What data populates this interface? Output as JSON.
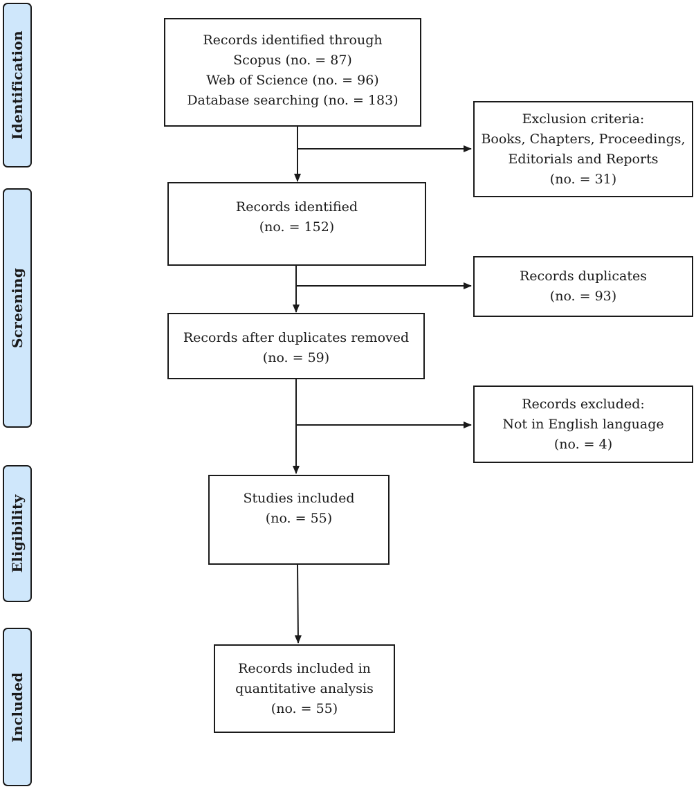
{
  "phases": {
    "identification": "Identification",
    "screening": "Screening",
    "eligibility": "Eligibility",
    "included": "Included"
  },
  "boxes": {
    "records_identified_through": {
      "lines": [
        "Records identified through",
        "Scopus (no. = 87)",
        "Web of Science (no. = 96)",
        "Database searching (no. = 183)"
      ]
    },
    "exclusion_criteria": {
      "lines": [
        "Exclusion criteria:",
        "Books, Chapters, Proceedings,",
        "Editorials and Reports",
        "(no. = 31)"
      ]
    },
    "records_identified": {
      "lines": [
        "Records identified",
        "(no. = 152)"
      ]
    },
    "records_duplicates": {
      "lines": [
        "Records duplicates",
        "(no. = 93)"
      ]
    },
    "records_after_duplicates_removed": {
      "lines": [
        "Records after duplicates removed",
        "(no. = 59)"
      ]
    },
    "records_excluded": {
      "lines": [
        "Records excluded:",
        "Not in English language",
        "(no. = 4)"
      ]
    },
    "studies_included": {
      "lines": [
        "Studies included",
        "(no. = 55)"
      ]
    },
    "records_included_quantitative": {
      "lines": [
        "Records included in",
        "quantitative analysis",
        "(no. = 55)"
      ]
    }
  },
  "colors": {
    "phase_fill": "#cfe7fb",
    "stroke": "#1a1a1a"
  }
}
